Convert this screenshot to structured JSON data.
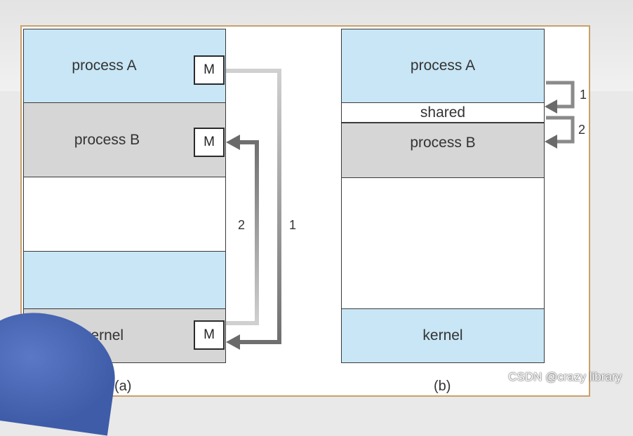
{
  "diagram_a": {
    "caption": "(a)",
    "process_a": "process A",
    "process_b": "process B",
    "kernel": "kernel",
    "m_label": "M",
    "arrow1_label": "1",
    "arrow2_label": "2"
  },
  "diagram_b": {
    "caption": "(b)",
    "process_a": "process A",
    "shared": "shared",
    "process_b": "process B",
    "kernel": "kernel",
    "arrow1_label": "1",
    "arrow2_label": "2"
  },
  "watermark": "CSDN @crazy library"
}
